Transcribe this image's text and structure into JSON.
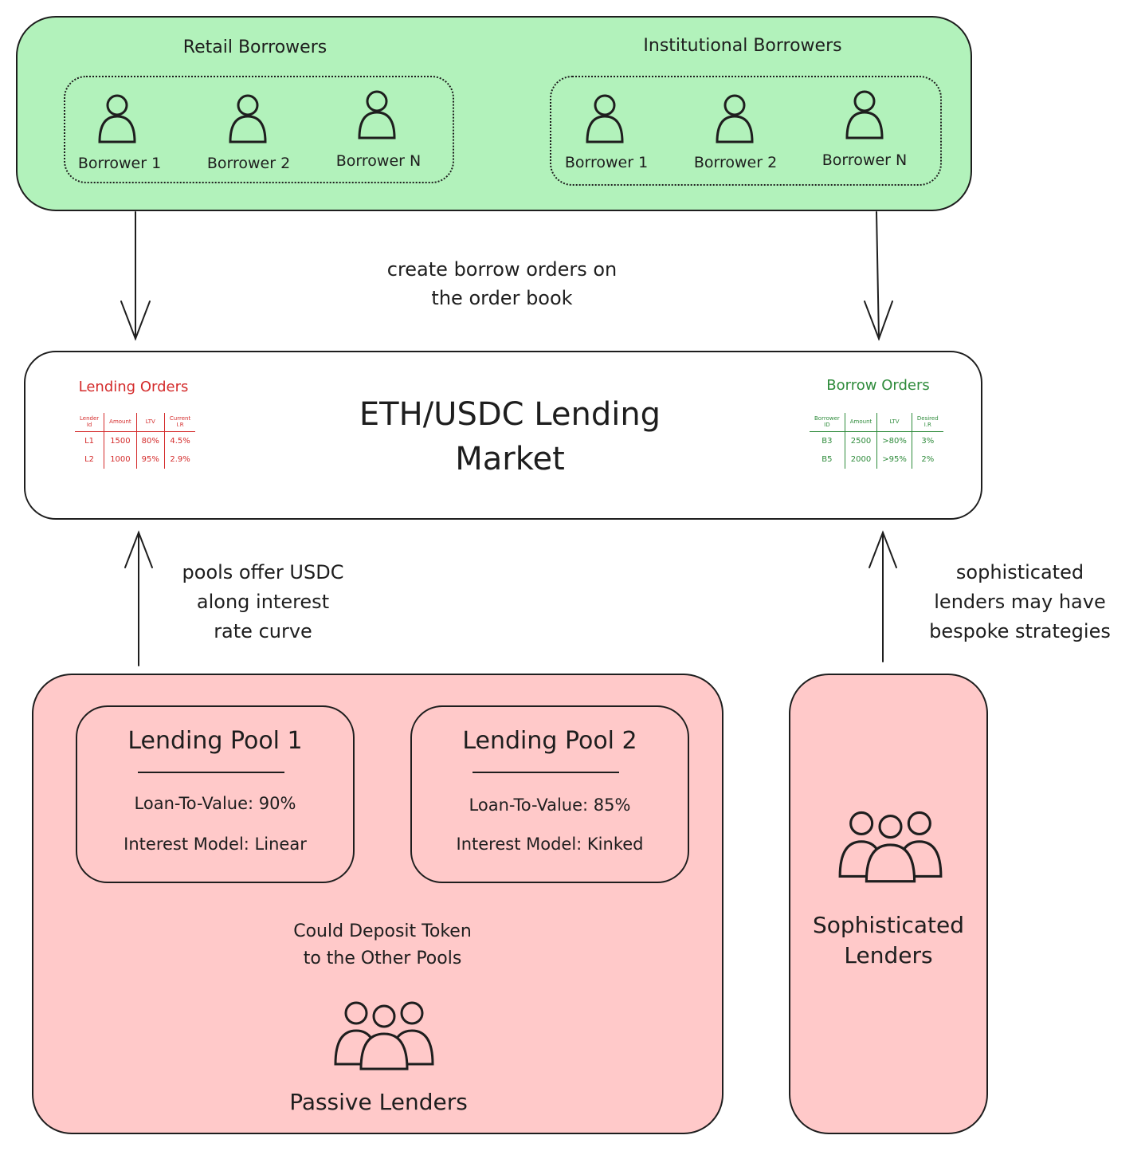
{
  "borrowers_panel": {
    "retail": {
      "title": "Retail Borrowers",
      "members": [
        "Borrower 1",
        "Borrower 2",
        "Borrower N"
      ]
    },
    "institutional": {
      "title": "Institutional Borrowers",
      "members": [
        "Borrower 1",
        "Borrower 2",
        "Borrower N"
      ]
    }
  },
  "arrow_labels": {
    "create_orders": [
      "create borrow orders on",
      "the order book"
    ],
    "pools_offer": [
      "pools offer USDC",
      "along interest",
      "rate curve"
    ],
    "sophisticated": [
      "sophisticated",
      "lenders may have",
      "bespoke strategies"
    ],
    "deposit": [
      "Could Deposit Token",
      "to the Other Pools"
    ]
  },
  "market": {
    "title_lines": [
      "ETH/USDC Lending",
      "Market"
    ],
    "lending_orders": {
      "title": "Lending Orders",
      "headers": [
        "Lender Id",
        "Amount",
        "LTV",
        "Current I.R"
      ],
      "rows": [
        [
          "L1",
          "1500",
          "80%",
          "4.5%"
        ],
        [
          "L2",
          "1000",
          "95%",
          "2.9%"
        ]
      ]
    },
    "borrow_orders": {
      "title": "Borrow Orders",
      "headers": [
        "Borrower ID",
        "Amount",
        "LTV",
        "Desired I.R"
      ],
      "rows": [
        [
          "B3",
          "2500",
          ">80%",
          "3%"
        ],
        [
          "B5",
          "2000",
          ">95%",
          "2%"
        ]
      ]
    }
  },
  "pools": [
    {
      "title": "Lending Pool 1",
      "ltv": "Loan-To-Value: 90%",
      "model": "Interest Model: Linear"
    },
    {
      "title": "Lending Pool 2",
      "ltv": "Loan-To-Value: 85%",
      "model": "Interest Model: Kinked"
    }
  ],
  "passive_lenders": {
    "label": "Passive Lenders"
  },
  "sophisticated_lenders": {
    "label_lines": [
      "Sophisticated",
      "Lenders"
    ]
  },
  "colors": {
    "borrower_panel_fill": "#b2f2bb",
    "lender_panel_fill": "#ffc9c9",
    "lending_orders": "#d42b2b",
    "borrow_orders": "#2e8b3b",
    "stroke": "#1e1e1e"
  },
  "icons": {
    "person": "person-icon",
    "group": "people-group-icon",
    "arrow": "arrow-icon"
  }
}
